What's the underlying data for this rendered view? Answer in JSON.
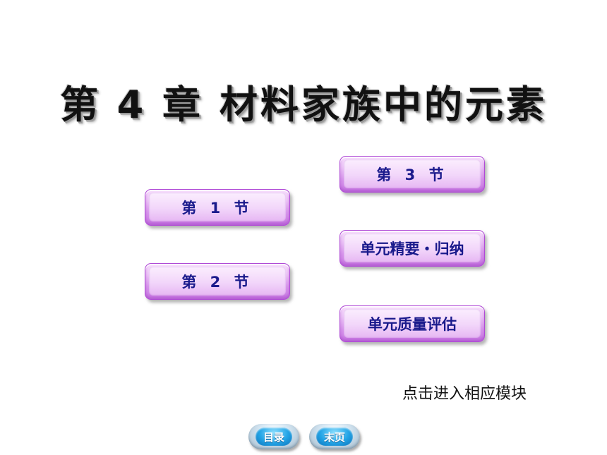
{
  "title": "第 4 章  材料家族中的元素",
  "sections": {
    "s1": "第 1 节",
    "s2": "第 2 节",
    "s3": "第 3 节",
    "summary": "单元精要・归纳",
    "eval": "单元质量评估"
  },
  "hint": "点击进入相应模块",
  "nav": {
    "toc": "目录",
    "end": "末页"
  }
}
